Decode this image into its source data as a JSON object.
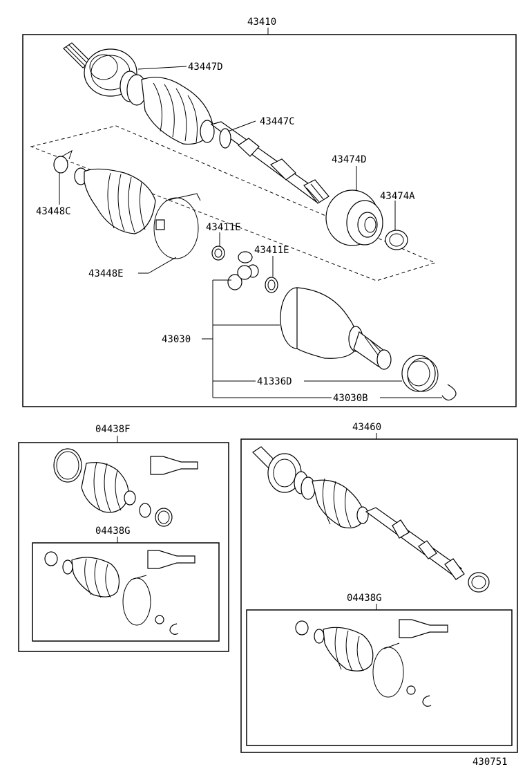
{
  "labels": {
    "assy_front_left": "43410",
    "boot_clamp_outer_d": "43447D",
    "boot_clamp_outer_c": "43447C",
    "inner_part_d": "43474D",
    "inner_part_a": "43474A",
    "boot_clamp_c": "43448C",
    "boot_clamp_e": "43448E",
    "snap_ring_1": "43411E",
    "snap_ring_2": "43411E",
    "outboard_joint": "43030",
    "abs_ring": "41336D",
    "snap_ring_b": "43030B",
    "boot_kit_f": "04438F",
    "boot_kit_g_left": "04438G",
    "assy_right": "43460",
    "boot_kit_g_right": "04438G",
    "diagram_number": "430751"
  }
}
